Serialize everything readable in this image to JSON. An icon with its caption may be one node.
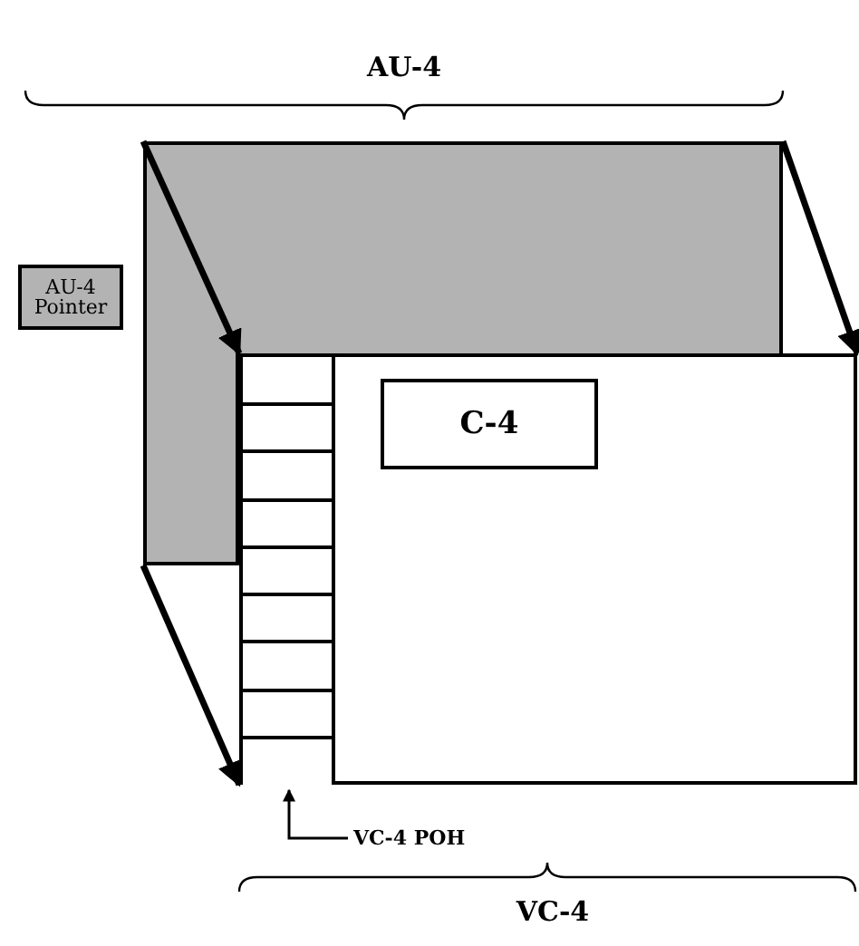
{
  "diagram": {
    "nodes": [
      {
        "text": [],
        "shape": "box"
      },
      {
        "text": [
          "AU-4 Pointer"
        ]
      },
      {
        "text": [],
        "shape": "box"
      },
      {
        "text": [],
        "shape": "box",
        "in": 2
      },
      {
        "text": [
          "C-4"
        ],
        "in": 2
      },
      {
        "text": [
          "VC-4 POH"
        ]
      }
    ],
    "edges": [
      {
        "from": 0,
        "to": 2,
        "arrow": "to"
      },
      {
        "from": 0,
        "to": 2,
        "arrow": "to"
      },
      {
        "from": 0,
        "to": 2,
        "arrow": "to"
      },
      {
        "from": 5,
        "to": 3,
        "arrow": "to"
      }
    ],
    "labels": [
      "AU-4",
      "VC-4"
    ]
  }
}
